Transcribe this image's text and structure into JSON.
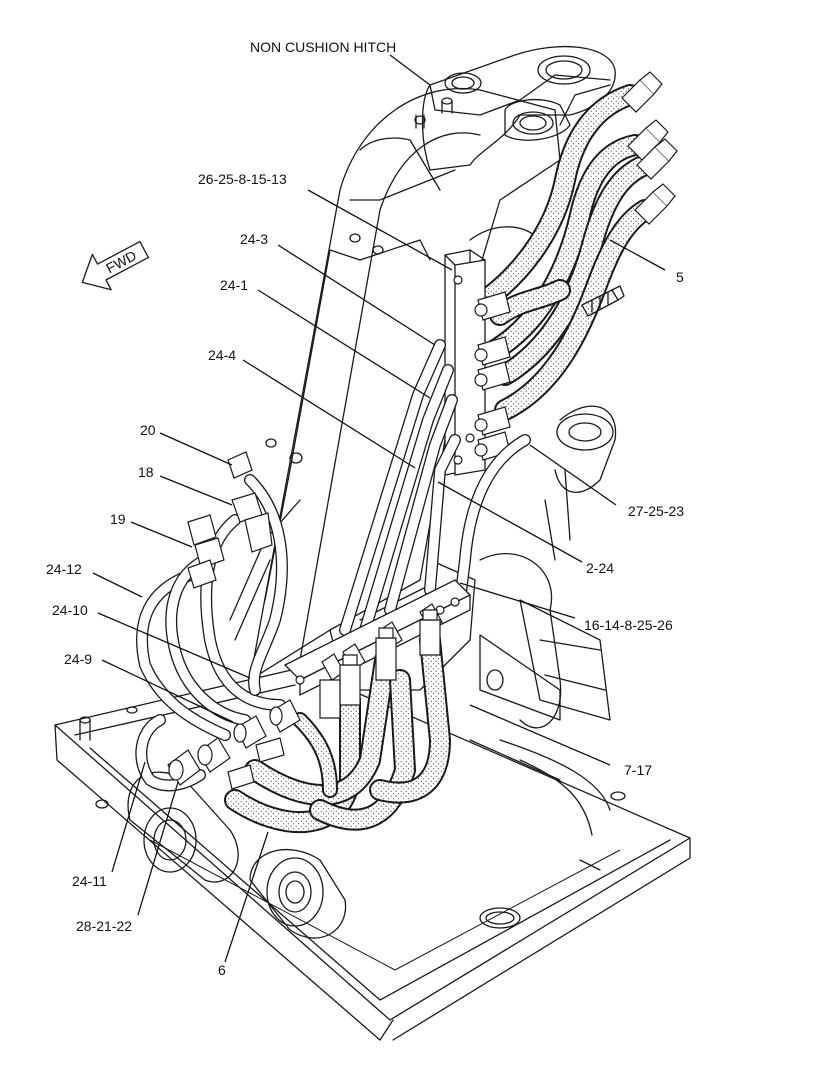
{
  "hitch_label": "NON CUSHION HITCH",
  "direction_label": "FWD",
  "callouts": [
    {
      "id": "26-25-8-15-13",
      "text": "26-25-8-15-13"
    },
    {
      "id": "24-3",
      "text": "24-3"
    },
    {
      "id": "24-1",
      "text": "24-1"
    },
    {
      "id": "24-4",
      "text": "24-4"
    },
    {
      "id": "20",
      "text": "20"
    },
    {
      "id": "18",
      "text": "18"
    },
    {
      "id": "19",
      "text": "19"
    },
    {
      "id": "24-12",
      "text": "24-12"
    },
    {
      "id": "24-10",
      "text": "24-10"
    },
    {
      "id": "24-9",
      "text": "24-9"
    },
    {
      "id": "24-11",
      "text": "24-11"
    },
    {
      "id": "28-21-22",
      "text": "28-21-22"
    },
    {
      "id": "6",
      "text": "6"
    },
    {
      "id": "5",
      "text": "5"
    },
    {
      "id": "27-25-23",
      "text": "27-25-23"
    },
    {
      "id": "2-24",
      "text": "2-24"
    },
    {
      "id": "16-14-8-25-26",
      "text": "16-14-8-25-26"
    },
    {
      "id": "7-17",
      "text": "7-17"
    }
  ]
}
